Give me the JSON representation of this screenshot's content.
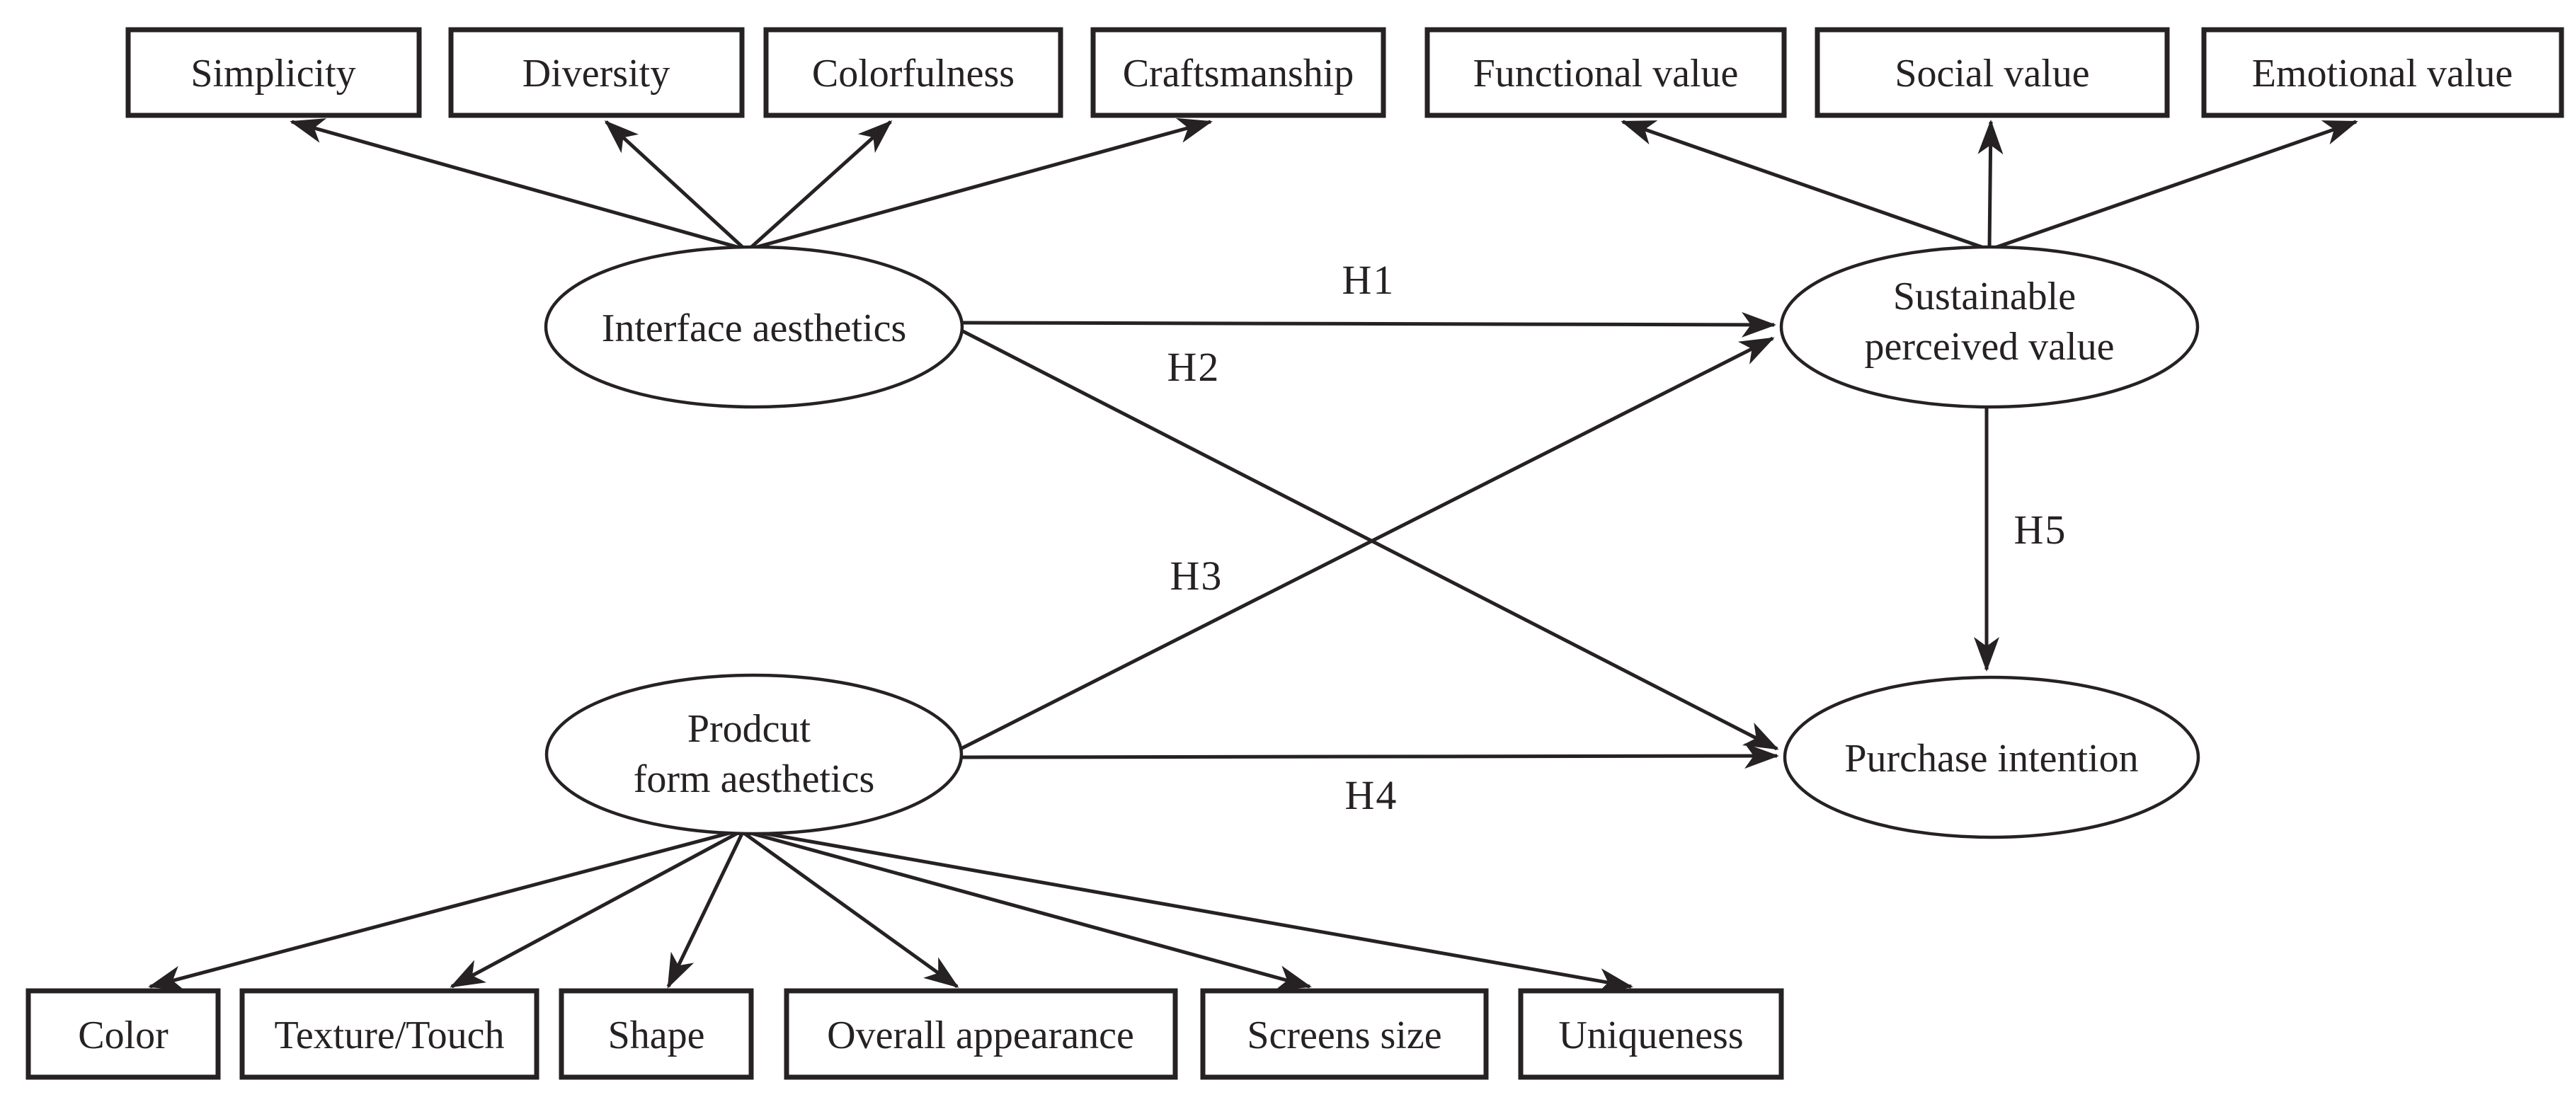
{
  "diagram": {
    "type": "sem-path-diagram",
    "colors": {
      "ink": "#262122",
      "background": "#ffffff"
    },
    "latent": {
      "interface_aesthetics": {
        "label": "Interface aesthetics"
      },
      "product_form_aesthetics": {
        "line1": "Prodcut",
        "line2": "form aesthetics"
      },
      "sustainable_perceived_value": {
        "line1": "Sustainable",
        "line2": "perceived value"
      },
      "purchase_intention": {
        "label": "Purchase intention"
      }
    },
    "indicators": {
      "interface": [
        "Simplicity",
        "Diversity",
        "Colorfulness",
        "Craftsmanship"
      ],
      "value": [
        "Functional value",
        "Social value",
        "Emotional value"
      ],
      "product_form": [
        "Color",
        "Texture/Touch",
        "Shape",
        "Overall appearance",
        "Screens size",
        "Uniqueness"
      ]
    },
    "hypotheses": {
      "h1": "H1",
      "h2": "H2",
      "h3": "H3",
      "h4": "H4",
      "h5": "H5"
    },
    "paths": [
      {
        "id": "H1",
        "from": "Interface aesthetics",
        "to": "Sustainable perceived value"
      },
      {
        "id": "H2",
        "from": "Interface aesthetics",
        "to": "Purchase intention"
      },
      {
        "id": "H3",
        "from": "Prodcut form aesthetics",
        "to": "Sustainable perceived value"
      },
      {
        "id": "H4",
        "from": "Prodcut form aesthetics",
        "to": "Purchase intention"
      },
      {
        "id": "H5",
        "from": "Sustainable perceived value",
        "to": "Purchase intention"
      }
    ]
  }
}
